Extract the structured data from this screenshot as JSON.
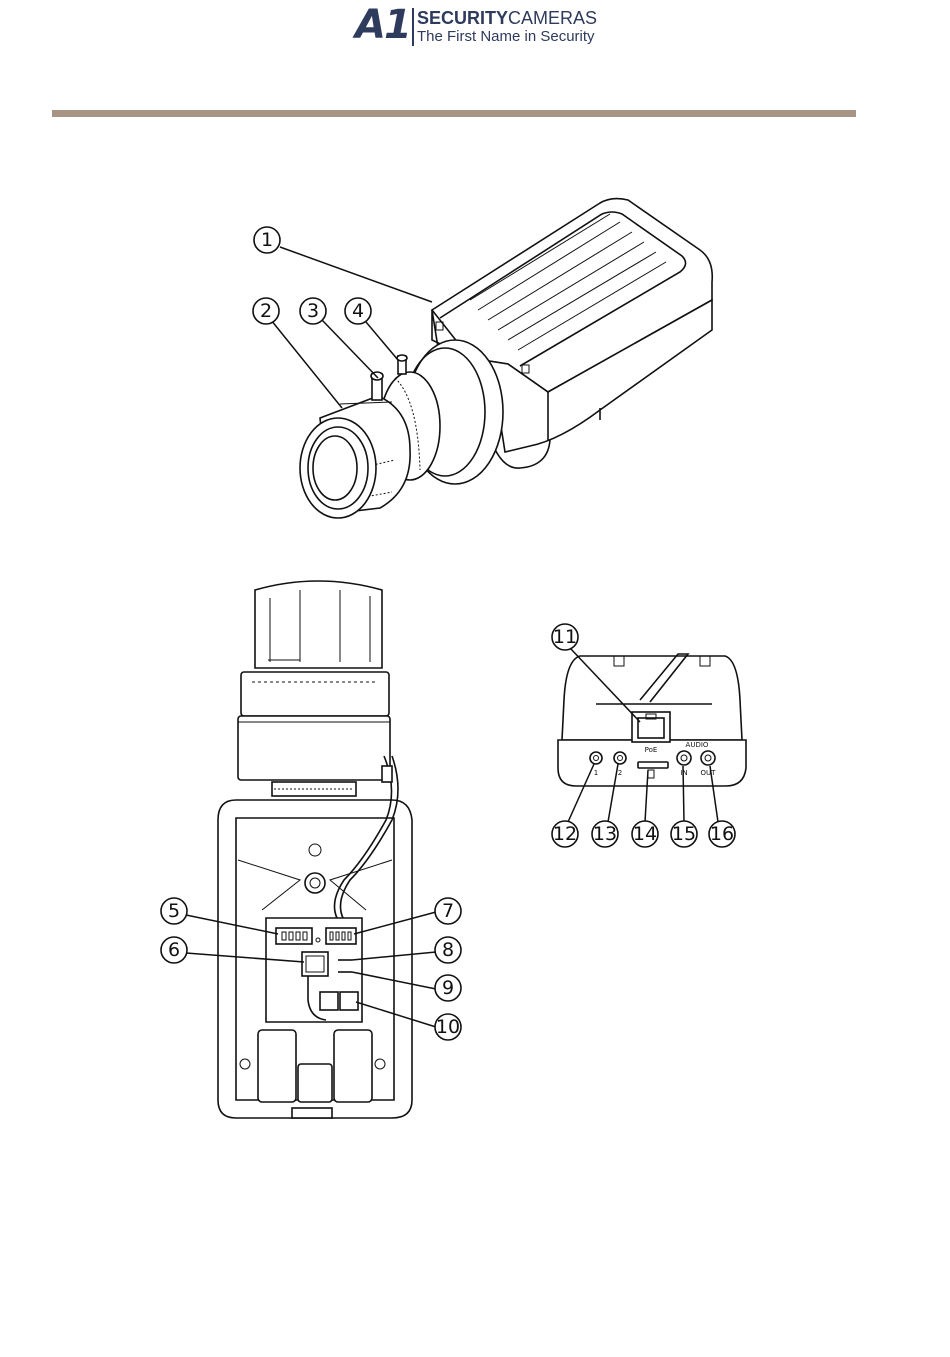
{
  "header": {
    "logo": {
      "mark": "A1",
      "brand_bold": "SECURITY",
      "brand_light": "CAMERAS",
      "tagline": "The First Name in Security"
    },
    "rule_color": "#a89485"
  },
  "figure_top": {
    "callouts": [
      "1",
      "2",
      "3",
      "4"
    ]
  },
  "figure_bottom_left": {
    "callouts": [
      "5",
      "6",
      "7",
      "8",
      "9",
      "10"
    ]
  },
  "figure_bottom_right": {
    "callouts": [
      "11",
      "12",
      "13",
      "14",
      "15",
      "16"
    ],
    "port_labels": {
      "network": "PoE",
      "io_1": "1",
      "io_2": "2",
      "audio": "AUDIO",
      "audio_in": "IN",
      "audio_out": "OUT"
    }
  }
}
